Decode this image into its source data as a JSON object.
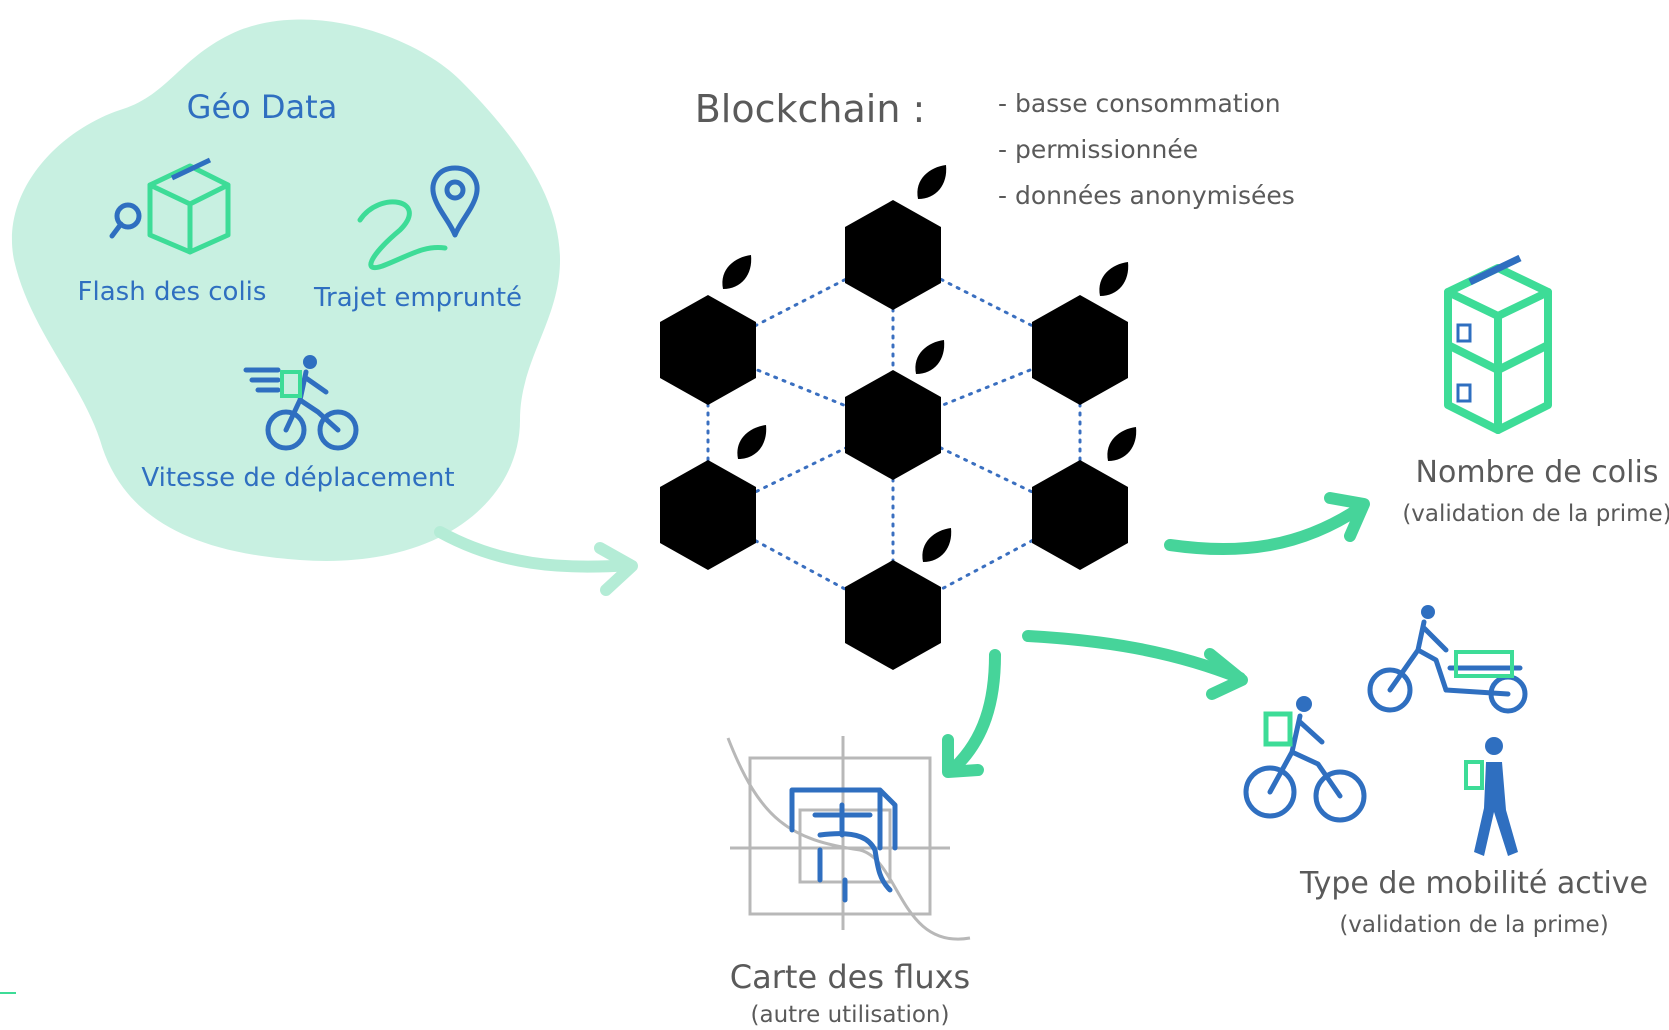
{
  "geo": {
    "title": "Géo Data",
    "items": [
      {
        "label": "Flash des colis",
        "icon": "package-scan-icon"
      },
      {
        "label": "Trajet emprunté",
        "icon": "route-pin-icon"
      },
      {
        "label": "Vitesse de déplacement",
        "icon": "cyclist-speed-icon"
      }
    ]
  },
  "blockchain": {
    "title": "Blockchain :",
    "features": [
      "- basse consommation",
      "- permissionnée",
      "- données anonymisées"
    ]
  },
  "outputs": {
    "parcels": {
      "title": "Nombre de colis",
      "subtitle": "(validation de la prime)"
    },
    "mobility": {
      "title": "Type de mobilité active",
      "subtitle": "(validation de la prime)"
    },
    "flows": {
      "title": "Carte des fluxs",
      "subtitle": "(autre utilisation)"
    }
  },
  "colors": {
    "accent_green": "#3ddc97",
    "accent_blue": "#2f6fc0",
    "blob_green": "#c8f0e1"
  }
}
